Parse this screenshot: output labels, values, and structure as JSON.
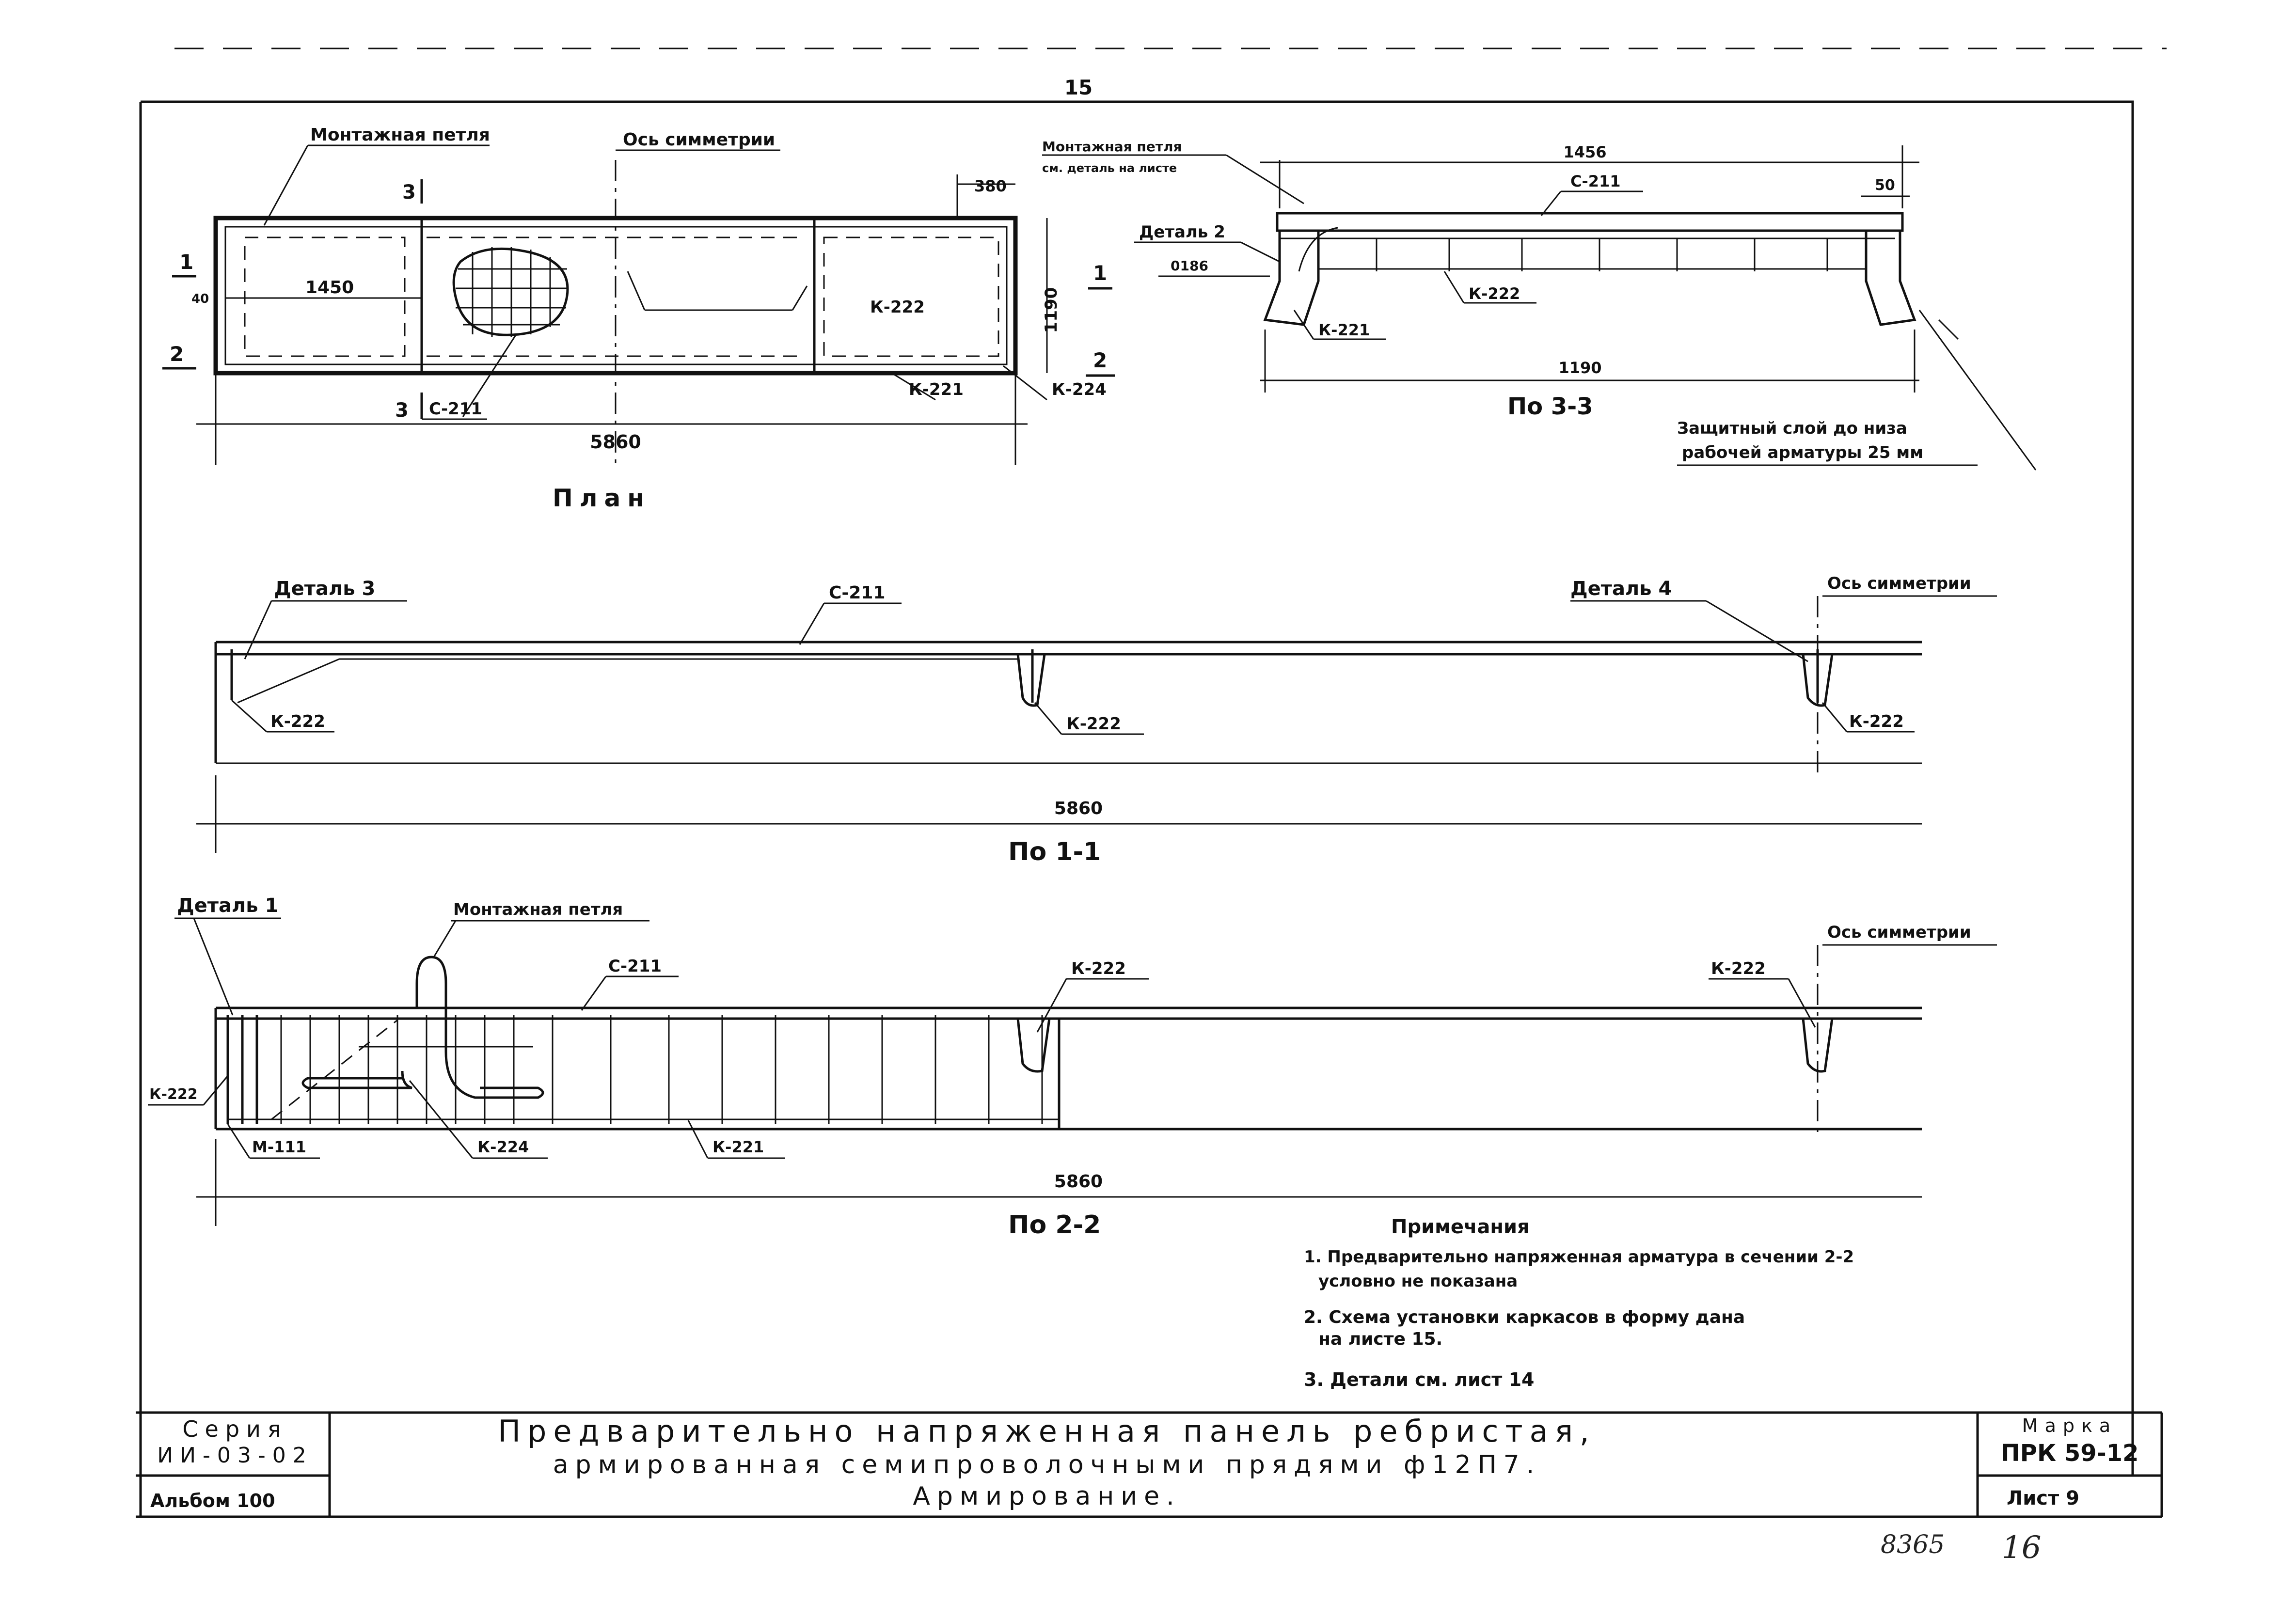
{
  "sheet": {
    "page_number": "15",
    "corner_number": "8365",
    "corner_number_2": "16"
  },
  "plan": {
    "title": "План",
    "label_mounting_loop": "Монтажная петля",
    "label_axis": "Ось симметрии",
    "dim_380": "380",
    "dim_1450": "1450",
    "dim_1190": "1190",
    "dim_5860": "5860",
    "dim_40": "40",
    "mark_k222": "К-222",
    "mark_k221": "К-221",
    "mark_k224": "К-224",
    "mark_c211": "С-211",
    "sec1": "1",
    "sec2": "2",
    "sec3": "3"
  },
  "section33": {
    "title": "По 3-3",
    "label_loop": "Монтажная петля",
    "label_loop_ref": "см. деталь на листе",
    "dim_1456": "1456",
    "dim_50": "50",
    "dim_1190": "1190",
    "dim_0186": "0186",
    "detail2": "Деталь 2",
    "mark_c211": "С-211",
    "mark_k222": "К-222",
    "mark_k221": "К-221",
    "protect_note_1": "Защитный слой до низа",
    "protect_note_2": "рабочей арматуры 25 мм"
  },
  "section11": {
    "title": "По 1-1",
    "detail3": "Деталь 3",
    "detail4": "Деталь 4",
    "axis": "Ось симметрии",
    "mark_c211": "С-211",
    "mark_k222_a": "К-222",
    "mark_k222_b": "К-222",
    "mark_k222_c": "К-222",
    "dim_5860": "5860"
  },
  "section22": {
    "title": "По 2-2",
    "detail1": "Деталь 1",
    "loop": "Монтажная петля",
    "axis": "Ось симметрии",
    "mark_c211": "С-211",
    "mark_k222_a": "К-222",
    "mark_k222_b": "К-222",
    "mark_k222_left": "К-222",
    "mark_m111": "М-111",
    "mark_k224": "К-224",
    "mark_k221": "К-221",
    "dim_5860": "5860"
  },
  "notes": {
    "heading": "Примечания",
    "n1_line1": "1. Предварительно напряженная арматура в сечении 2-2",
    "n1_line2": "условно не показана",
    "n2_line1": "2. Схема установки каркасов в форму дана",
    "n2_line2": "на листе 15.",
    "n3": "3. Детали см. лист 14"
  },
  "title_block": {
    "series_label": "Серия",
    "series_value": "ИИ-03-02",
    "album": "Альбом 100",
    "title_line1": "Предварительно напряженная панель ребристая,",
    "title_line2": "армированная семипроволочными прядями ф12П7.",
    "title_line3": "Армирование.",
    "mark_label": "Марка",
    "mark_value": "ПРК 59-12",
    "sheet_label": "Лист 9"
  }
}
